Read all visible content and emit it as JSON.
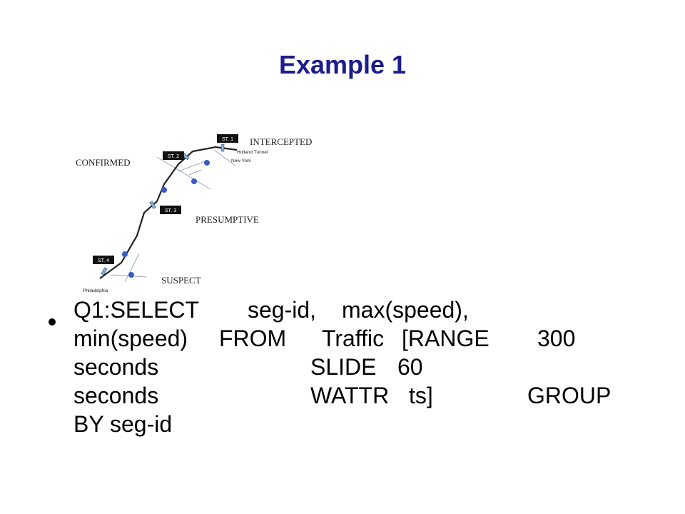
{
  "slide": {
    "title": "Example 1"
  },
  "map": {
    "station_labels": [
      "ST. 1",
      "ST. 2",
      "ST. 3",
      "ST. 4"
    ],
    "status_labels": {
      "intercepted": "INTERCEPTED",
      "confirmed": "CONFIRMED",
      "presumptive": "PRESUMPTIVE",
      "suspect": "SUSPECT"
    },
    "place_labels": {
      "tunnel": "Holland Tunnel",
      "new_york": "New York",
      "philadelphia": "Philadelphia"
    }
  },
  "query": {
    "line1": [
      "Q1:SELECT",
      "seg-id,",
      "max(speed),"
    ],
    "line2": [
      "min(speed)",
      "FROM",
      "Traffic",
      "[RANGE",
      "300"
    ],
    "line3": [
      "seconds",
      "SLIDE",
      "60"
    ],
    "line4": [
      "seconds",
      "WATTR",
      "ts]",
      "GROUP"
    ],
    "line5": [
      "BY seg-id"
    ]
  }
}
